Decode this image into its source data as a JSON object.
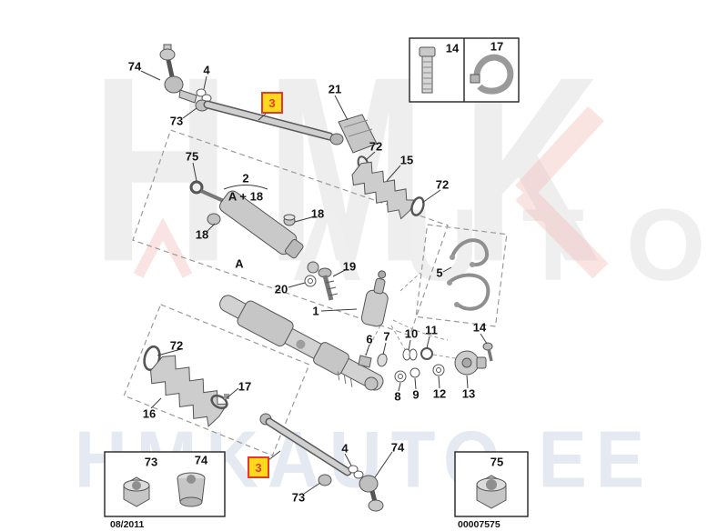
{
  "watermark": {
    "top": "HMK",
    "middle": "ΛUTO",
    "bottom": "HMKAUTO.EE"
  },
  "highlight": {
    "background": "#ffd91c",
    "border": "#e23b2e",
    "text": "#e23b2e"
  },
  "callouts": [
    {
      "label": "74"
    },
    {
      "label": "4"
    },
    {
      "label": "3",
      "highlighted": true
    },
    {
      "label": "21"
    },
    {
      "label": "73"
    },
    {
      "label": "72"
    },
    {
      "label": "15"
    },
    {
      "label": "72"
    },
    {
      "label": "75"
    },
    {
      "label": "2"
    },
    {
      "label": "A + 18"
    },
    {
      "label": "18"
    },
    {
      "label": "18"
    },
    {
      "label": "A"
    },
    {
      "label": "19"
    },
    {
      "label": "20"
    },
    {
      "label": "5"
    },
    {
      "label": "1"
    },
    {
      "label": "6"
    },
    {
      "label": "7"
    },
    {
      "label": "10"
    },
    {
      "label": "11"
    },
    {
      "label": "14"
    },
    {
      "label": "72"
    },
    {
      "label": "16"
    },
    {
      "label": "17"
    },
    {
      "label": "8"
    },
    {
      "label": "9"
    },
    {
      "label": "12"
    },
    {
      "label": "13"
    },
    {
      "label": "3",
      "highlighted": true
    },
    {
      "label": "4"
    },
    {
      "label": "74"
    },
    {
      "label": "73"
    }
  ],
  "insets": {
    "top_right": {
      "cells": [
        {
          "label": "14",
          "part": "bolt"
        },
        {
          "label": "17",
          "part": "clamp"
        }
      ]
    },
    "bottom_left": {
      "cells": [
        {
          "label": "73",
          "part": "hex-nut"
        },
        {
          "label": "74",
          "part": "bushing"
        }
      ],
      "caption": "08/2011"
    },
    "bottom_right": {
      "cells": [
        {
          "label": "75",
          "part": "hex-nut"
        }
      ],
      "caption": "00007575"
    }
  }
}
